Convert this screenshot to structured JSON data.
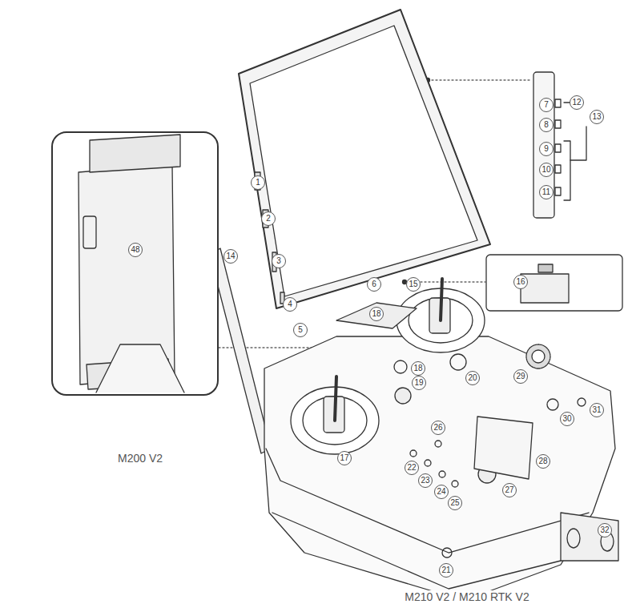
{
  "diagram": {
    "labels": [
      "7",
      "8",
      "9",
      "10",
      "11",
      "12",
      "13",
      "1",
      "2",
      "3",
      "4",
      "5",
      "6",
      "14",
      "15",
      "16",
      "18",
      "48",
      "17",
      "18",
      "19",
      "20",
      "29",
      "31",
      "30",
      "28",
      "26",
      "27",
      "22",
      "23",
      "24",
      "25",
      "21",
      "32",
      "M200 V2",
      "M210 V2 / M210 RTK V2"
    ]
  }
}
